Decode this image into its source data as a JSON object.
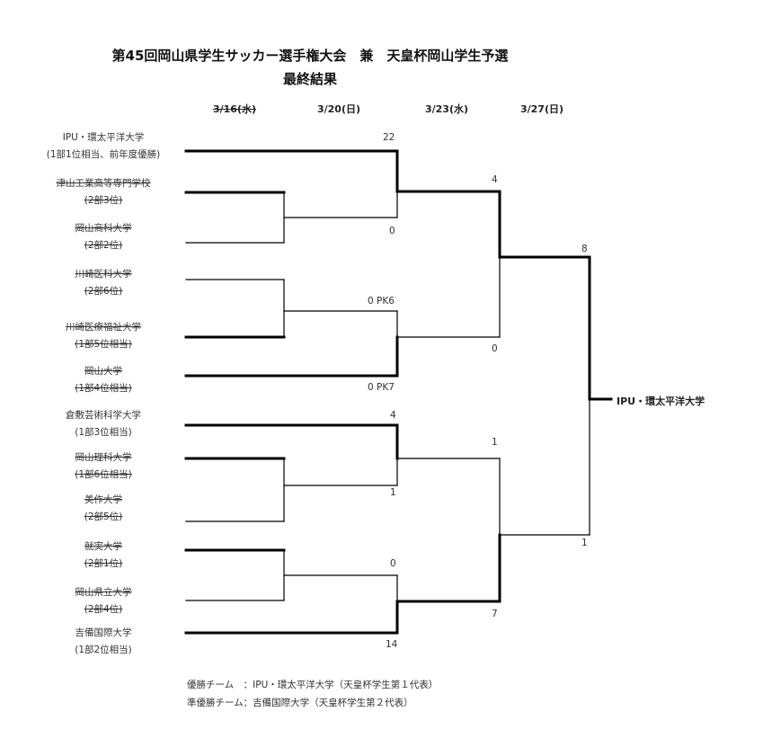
{
  "title_line1": "第45回岡山県学生サッカー選手権大会　兼　天皇杯岡山学生予選",
  "title_line2": "最終結果",
  "dates": [
    "3/16(水)",
    "3/20(日)",
    "3/23(水)",
    "3/27(日)"
  ],
  "teams": [
    {
      "name": "IPU・環太平洋大学",
      "sub": "(1部1位相当、前年度優勝)",
      "eliminated": false
    },
    {
      "name": "津山工業高等専門学校",
      "sub": "(2部3位)",
      "eliminated": true
    },
    {
      "name": "岡山商科大学",
      "sub": "(2部2位)",
      "eliminated": true
    },
    {
      "name": "川崎医科大学",
      "sub": "(2部6位)",
      "eliminated": true
    },
    {
      "name": "川崎医療福祉大学",
      "sub": "(1部5位相当)",
      "eliminated": true
    },
    {
      "name": "岡山大学",
      "sub": "(1部4位相当)",
      "eliminated": true
    },
    {
      "name": "倉敷芸術科学大学",
      "sub": "(1部3位相当)",
      "eliminated": false
    },
    {
      "name": "岡山理科大学",
      "sub": "(1部6位相当)",
      "eliminated": true
    },
    {
      "name": "美作大学",
      "sub": "(2部5位)",
      "eliminated": true
    },
    {
      "name": "就実大学",
      "sub": "(2部1位)",
      "eliminated": true
    },
    {
      "name": "岡山県立大学",
      "sub": "(2部4位)",
      "eliminated": true
    },
    {
      "name": "吉備国際大学",
      "sub": "(1部2位相当)",
      "eliminated": false
    }
  ],
  "scores": {
    "r2_m1_top": "22",
    "r2_m1_bot": "0",
    "r2_m2_top": "0 PK6",
    "r2_m2_bot": "0 PK7",
    "r2_m3_top": "4",
    "r2_m3_bot": "1",
    "r2_m4_top": "0",
    "r2_m4_bot": "14",
    "sf1_top": "4",
    "sf1_bot": "0",
    "sf2_top": "1",
    "sf2_bot": "7",
    "final_top": "8",
    "final_bot": "1"
  },
  "champion": "IPU・環太平洋大学",
  "footer_line1": "優勝チーム　：IPU・環太平洋大学（天皇杯学生第１代表）",
  "footer_line2": "準優勝チーム：吉備国際大学（天皇杯学生第２代表）"
}
